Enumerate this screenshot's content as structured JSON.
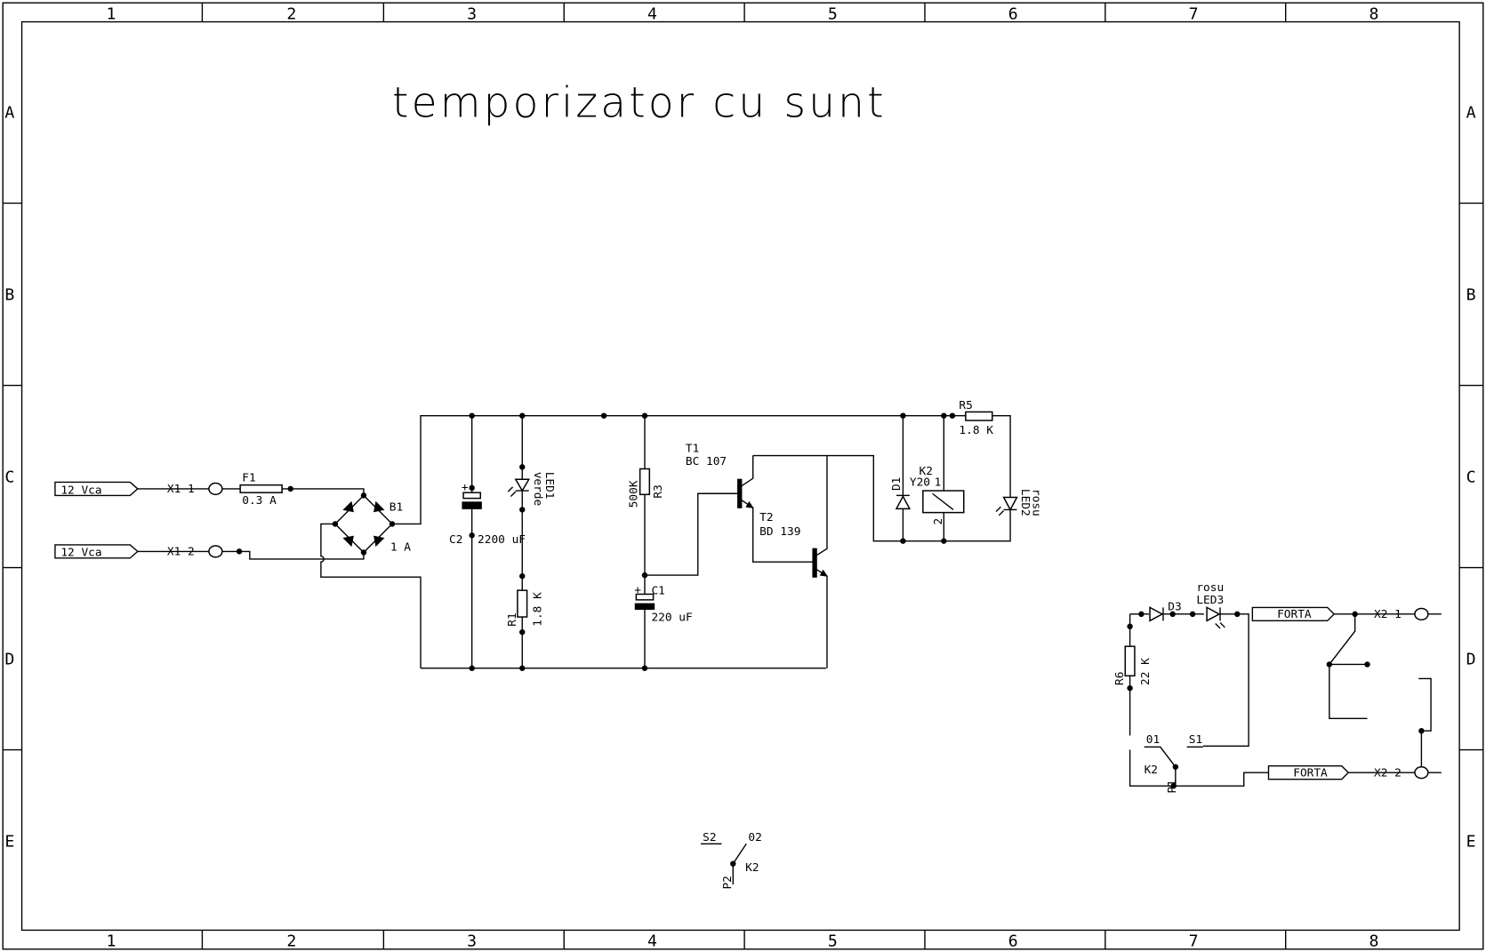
{
  "title": "temporizator cu sunt",
  "frame": {
    "columns": [
      "1",
      "2",
      "3",
      "4",
      "5",
      "6",
      "7",
      "8"
    ],
    "rows": [
      "A",
      "B",
      "C",
      "D",
      "E"
    ]
  },
  "inputs": [
    {
      "label": "12 Vca",
      "connector": "X1 1"
    },
    {
      "label": "12 Vca",
      "connector": "X1 2"
    }
  ],
  "components": {
    "f1": {
      "ref": "F1",
      "value": "0.3 A"
    },
    "b1": {
      "ref": "B1",
      "value": "1 A"
    },
    "c2": {
      "ref": "C2",
      "value": "2200 uF"
    },
    "led1": {
      "ref": "LED1",
      "value": "verde"
    },
    "r1": {
      "ref": "R1",
      "value": "1.8 K"
    },
    "r3": {
      "ref": "R3",
      "value": "500K"
    },
    "c1": {
      "ref": "C1",
      "value": "220 uF"
    },
    "t1": {
      "ref": "T1",
      "value": "BC 107"
    },
    "t2": {
      "ref": "T2",
      "value": "BD 139"
    },
    "d1": {
      "ref": "D1",
      "value": "Y20"
    },
    "k2": {
      "ref": "K2",
      "pin1": "1",
      "pin2": "2"
    },
    "r5": {
      "ref": "R5",
      "value": "1.8 K"
    },
    "led2": {
      "ref": "LED2",
      "value": "rosu"
    },
    "d3": {
      "ref": "D3"
    },
    "led3": {
      "ref": "LED3",
      "value": "rosu"
    },
    "r6": {
      "ref": "R6",
      "value": "22 K"
    },
    "k2_contact1": {
      "ref": "K2",
      "o": "01",
      "s": "S1",
      "p": "P1"
    },
    "k2_contact2": {
      "ref": "K2",
      "o": "02",
      "s": "S2",
      "p": "P2"
    }
  },
  "outputs": [
    {
      "label": "FORTA",
      "connector": "X2 1"
    },
    {
      "label": "FORTA",
      "connector": "X2 2"
    }
  ]
}
